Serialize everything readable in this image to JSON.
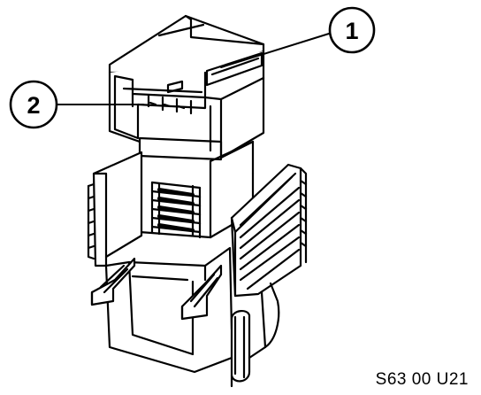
{
  "callouts": [
    {
      "id": "callout-1",
      "label": "1"
    },
    {
      "id": "callout-2",
      "label": "2"
    }
  ],
  "reference_code": "S63 00 U21",
  "colors": {
    "line": "#000000",
    "background": "#ffffff"
  }
}
